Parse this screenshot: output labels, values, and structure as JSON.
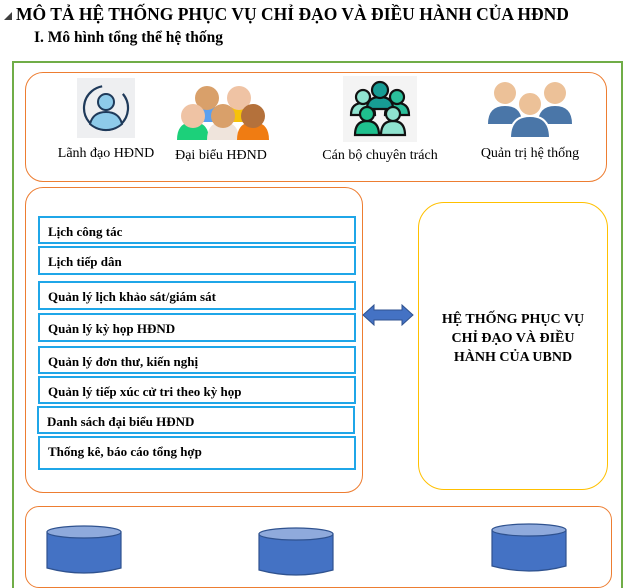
{
  "document": {
    "heading": "MÔ TẢ HỆ THỐNG PHỤC VỤ CHỈ ĐẠO VÀ ĐIỀU HÀNH CỦA HĐND",
    "subheading": "I.  Mô hình tổng thể hệ thống"
  },
  "actors": [
    {
      "label": "Lãnh đạo HĐND",
      "icon": "user-circle-icon"
    },
    {
      "label": "Đại biểu HĐND",
      "icon": "group-colorful-icon"
    },
    {
      "label": "Cán bộ chuyên trách",
      "icon": "group-teal-icon"
    },
    {
      "label": "Quản trị hệ thống",
      "icon": "group-admin-icon"
    }
  ],
  "modules": [
    "Lịch công tác",
    "Lịch tiếp dân",
    "Quản lý lịch khảo sát/giám sát",
    "Quản lý kỳ họp HĐND",
    "Quản lý đơn thư, kiến nghị",
    "Quản lý tiếp xúc cử tri theo kỳ họp",
    "Danh sách đại biểu HĐND",
    "Thống kê, báo cáo tổng hợp"
  ],
  "connector": {
    "icon": "double-arrow-icon"
  },
  "ubnd_system": {
    "label": "HỆ THỐNG PHỤC VỤ CHỈ ĐẠO VÀ ĐIỀU HÀNH CỦA UBND"
  },
  "databases": [
    {
      "icon": "database-icon"
    },
    {
      "icon": "database-icon"
    },
    {
      "icon": "database-icon"
    }
  ],
  "colors": {
    "outer_frame": "#70ad47",
    "group_border": "#ed7d31",
    "module_border": "#1fa6e8",
    "ubnd_border": "#ffc000",
    "arrow_fill": "#4472c4",
    "db_fill": "#4472c4",
    "db_top": "#8faadc"
  }
}
